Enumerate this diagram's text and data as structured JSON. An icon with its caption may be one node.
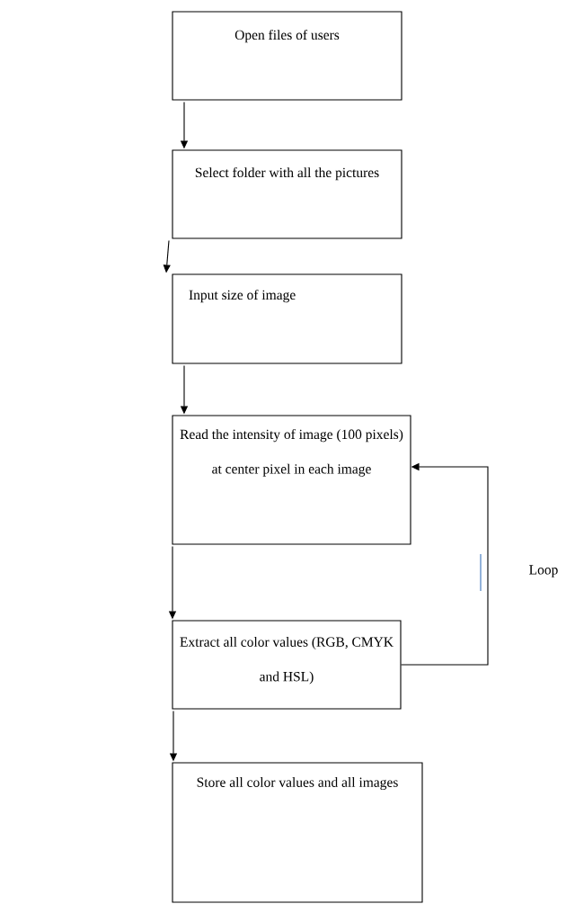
{
  "diagram": {
    "nodes": [
      {
        "text": [
          "Open files of users"
        ]
      },
      {
        "text": [
          "Select folder with all the pictures"
        ]
      },
      {
        "text": [
          "Input size of image"
        ]
      },
      {
        "text": [
          "Read the intensity of image (100 pixels) at center pixel in each image"
        ]
      },
      {
        "text": [
          "Extract all color values (RGB, CMYK and HSL)"
        ]
      },
      {
        "text": [
          "Store all color values and all images"
        ]
      }
    ],
    "edges": [
      {
        "from": 0,
        "to": 1,
        "arrow": "to"
      },
      {
        "from": 1,
        "to": 2,
        "arrow": "to"
      },
      {
        "from": 2,
        "to": 3,
        "arrow": "to"
      },
      {
        "from": 3,
        "to": 4,
        "arrow": "to"
      },
      {
        "from": 4,
        "to": 5,
        "arrow": "to"
      },
      {
        "from": 4,
        "to": 3,
        "arrow": "to",
        "label": "Loop"
      }
    ]
  }
}
